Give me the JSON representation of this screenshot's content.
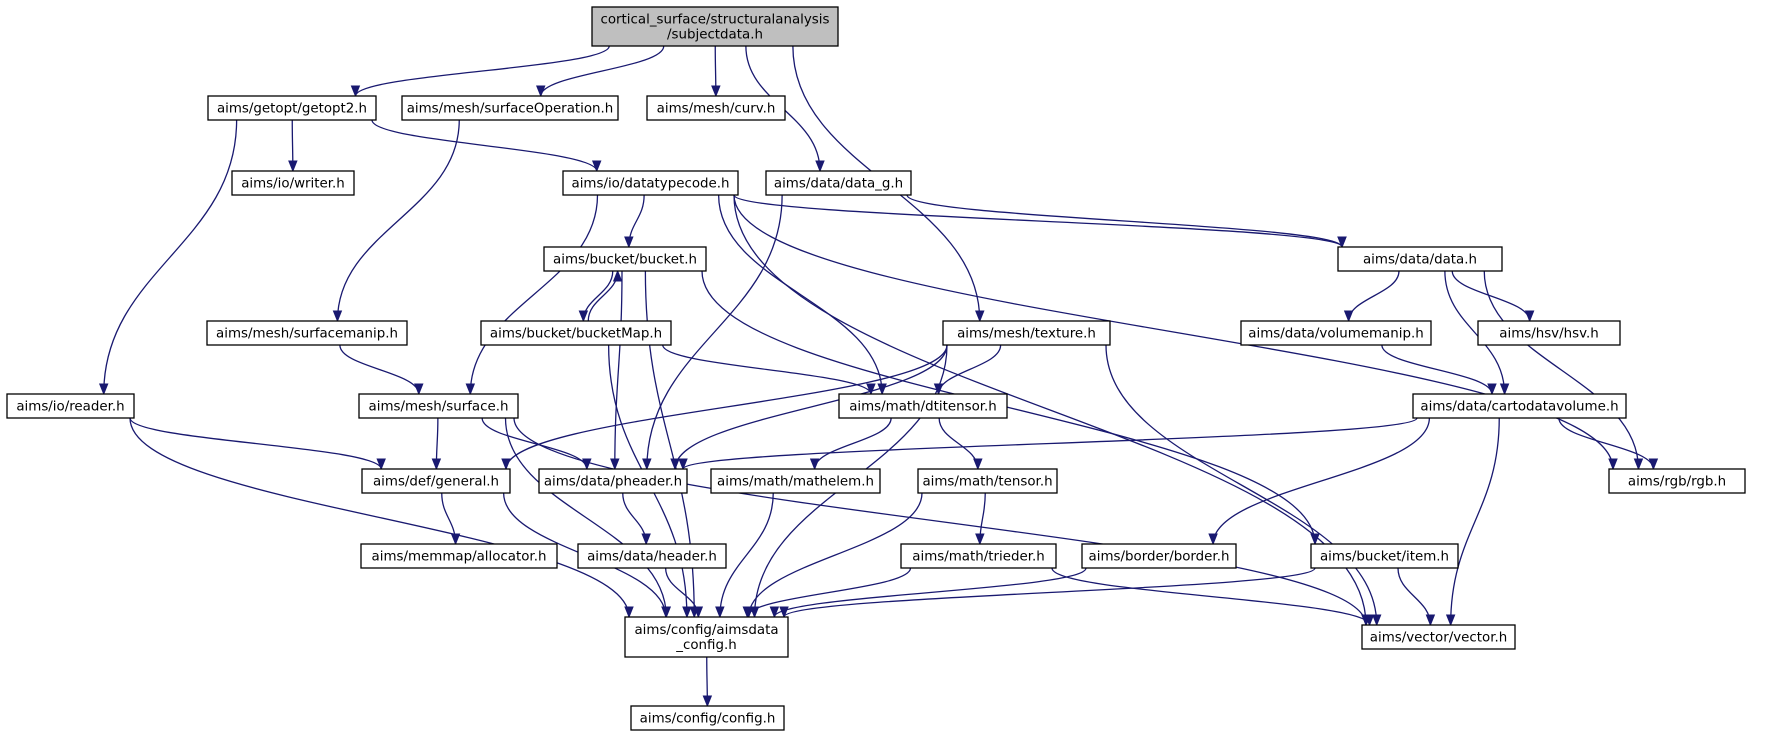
{
  "graph": {
    "edge_color": "#191970",
    "root_fill": "#bfbfbf",
    "nodes": [
      {
        "id": "subjectdata",
        "lines": [
          "cortical_surface/structuralanalysis",
          "/subjectdata.h"
        ],
        "root": true
      },
      {
        "id": "getopt2",
        "lines": [
          "aims/getopt/getopt2.h"
        ]
      },
      {
        "id": "surfaceOperation",
        "lines": [
          "aims/mesh/surfaceOperation.h"
        ]
      },
      {
        "id": "curv",
        "lines": [
          "aims/mesh/curv.h"
        ]
      },
      {
        "id": "writer",
        "lines": [
          "aims/io/writer.h"
        ]
      },
      {
        "id": "datatypecode",
        "lines": [
          "aims/io/datatypecode.h"
        ]
      },
      {
        "id": "data_g",
        "lines": [
          "aims/data/data_g.h"
        ]
      },
      {
        "id": "bucket",
        "lines": [
          "aims/bucket/bucket.h"
        ]
      },
      {
        "id": "data",
        "lines": [
          "aims/data/data.h"
        ]
      },
      {
        "id": "surfacemanip",
        "lines": [
          "aims/mesh/surfacemanip.h"
        ]
      },
      {
        "id": "bucketMap",
        "lines": [
          "aims/bucket/bucketMap.h"
        ]
      },
      {
        "id": "texture",
        "lines": [
          "aims/mesh/texture.h"
        ]
      },
      {
        "id": "volumemanip",
        "lines": [
          "aims/data/volumemanip.h"
        ]
      },
      {
        "id": "hsv",
        "lines": [
          "aims/hsv/hsv.h"
        ]
      },
      {
        "id": "reader",
        "lines": [
          "aims/io/reader.h"
        ]
      },
      {
        "id": "surface",
        "lines": [
          "aims/mesh/surface.h"
        ]
      },
      {
        "id": "dtitensor",
        "lines": [
          "aims/math/dtitensor.h"
        ]
      },
      {
        "id": "cartodatavolume",
        "lines": [
          "aims/data/cartodatavolume.h"
        ]
      },
      {
        "id": "general",
        "lines": [
          "aims/def/general.h"
        ]
      },
      {
        "id": "pheader",
        "lines": [
          "aims/data/pheader.h"
        ]
      },
      {
        "id": "mathelem",
        "lines": [
          "aims/math/mathelem.h"
        ]
      },
      {
        "id": "tensor",
        "lines": [
          "aims/math/tensor.h"
        ]
      },
      {
        "id": "rgb",
        "lines": [
          "aims/rgb/rgb.h"
        ]
      },
      {
        "id": "allocator",
        "lines": [
          "aims/memmap/allocator.h"
        ]
      },
      {
        "id": "header",
        "lines": [
          "aims/data/header.h"
        ]
      },
      {
        "id": "trieder",
        "lines": [
          "aims/math/trieder.h"
        ]
      },
      {
        "id": "border",
        "lines": [
          "aims/border/border.h"
        ]
      },
      {
        "id": "item",
        "lines": [
          "aims/bucket/item.h"
        ]
      },
      {
        "id": "aimsdata_config",
        "lines": [
          "aims/config/aimsdata",
          "_config.h"
        ]
      },
      {
        "id": "vector",
        "lines": [
          "aims/vector/vector.h"
        ]
      },
      {
        "id": "config",
        "lines": [
          "aims/config/config.h"
        ]
      }
    ],
    "edges": [
      [
        "subjectdata",
        "getopt2"
      ],
      [
        "subjectdata",
        "surfaceOperation"
      ],
      [
        "subjectdata",
        "curv"
      ],
      [
        "subjectdata",
        "data_g"
      ],
      [
        "subjectdata",
        "texture"
      ],
      [
        "getopt2",
        "writer"
      ],
      [
        "getopt2",
        "reader"
      ],
      [
        "getopt2",
        "datatypecode"
      ],
      [
        "surfaceOperation",
        "surfacemanip"
      ],
      [
        "datatypecode",
        "bucket"
      ],
      [
        "datatypecode",
        "surface"
      ],
      [
        "datatypecode",
        "dtitensor"
      ],
      [
        "datatypecode",
        "data"
      ],
      [
        "datatypecode",
        "rgb"
      ],
      [
        "datatypecode",
        "vector"
      ],
      [
        "data_g",
        "data"
      ],
      [
        "data_g",
        "pheader"
      ],
      [
        "bucket",
        "bucketMap"
      ],
      [
        "bucketMap",
        "bucket"
      ],
      [
        "bucket",
        "pheader"
      ],
      [
        "bucket",
        "aimsdata_config"
      ],
      [
        "bucket",
        "item"
      ],
      [
        "data",
        "volumemanip"
      ],
      [
        "data",
        "hsv"
      ],
      [
        "data",
        "cartodatavolume"
      ],
      [
        "data",
        "rgb"
      ],
      [
        "surfacemanip",
        "surface"
      ],
      [
        "bucketMap",
        "dtitensor"
      ],
      [
        "bucketMap",
        "aimsdata_config"
      ],
      [
        "texture",
        "dtitensor"
      ],
      [
        "texture",
        "general"
      ],
      [
        "texture",
        "pheader"
      ],
      [
        "texture",
        "aimsdata_config"
      ],
      [
        "texture",
        "vector"
      ],
      [
        "volumemanip",
        "cartodatavolume"
      ],
      [
        "reader",
        "general"
      ],
      [
        "reader",
        "aimsdata_config"
      ],
      [
        "surface",
        "general"
      ],
      [
        "surface",
        "pheader"
      ],
      [
        "surface",
        "aimsdata_config"
      ],
      [
        "surface",
        "vector"
      ],
      [
        "dtitensor",
        "mathelem"
      ],
      [
        "dtitensor",
        "tensor"
      ],
      [
        "cartodatavolume",
        "pheader"
      ],
      [
        "cartodatavolume",
        "rgb"
      ],
      [
        "cartodatavolume",
        "border"
      ],
      [
        "cartodatavolume",
        "vector"
      ],
      [
        "general",
        "allocator"
      ],
      [
        "general",
        "aimsdata_config"
      ],
      [
        "pheader",
        "header"
      ],
      [
        "mathelem",
        "aimsdata_config"
      ],
      [
        "tensor",
        "trieder"
      ],
      [
        "tensor",
        "aimsdata_config"
      ],
      [
        "header",
        "aimsdata_config"
      ],
      [
        "trieder",
        "aimsdata_config"
      ],
      [
        "trieder",
        "vector"
      ],
      [
        "border",
        "aimsdata_config"
      ],
      [
        "item",
        "aimsdata_config"
      ],
      [
        "item",
        "vector"
      ],
      [
        "aimsdata_config",
        "config"
      ]
    ]
  }
}
